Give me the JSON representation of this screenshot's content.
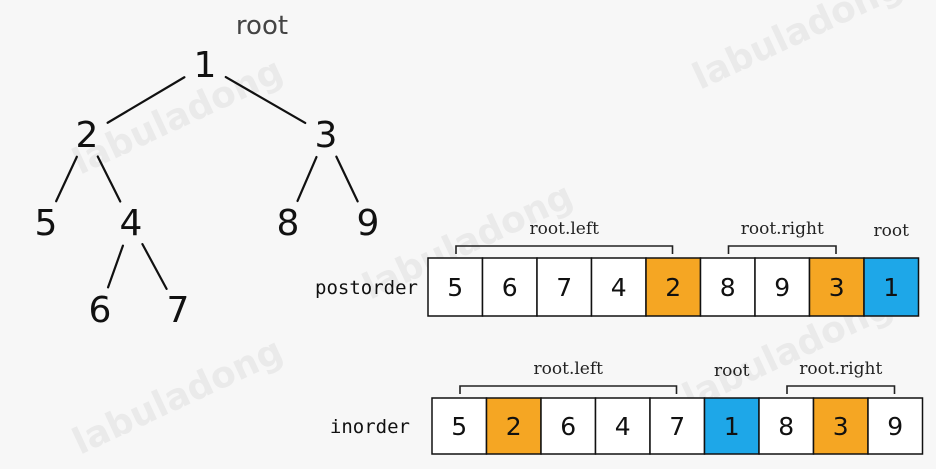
{
  "watermark": "labuladong",
  "tree": {
    "root_label": "root",
    "nodes": [
      {
        "id": "1",
        "label": "1"
      },
      {
        "id": "2",
        "label": "2"
      },
      {
        "id": "3",
        "label": "3"
      },
      {
        "id": "5",
        "label": "5"
      },
      {
        "id": "4",
        "label": "4"
      },
      {
        "id": "8",
        "label": "8"
      },
      {
        "id": "9",
        "label": "9"
      },
      {
        "id": "6",
        "label": "6"
      },
      {
        "id": "7",
        "label": "7"
      }
    ],
    "edges": [
      [
        "1",
        "2"
      ],
      [
        "1",
        "3"
      ],
      [
        "2",
        "5"
      ],
      [
        "2",
        "4"
      ],
      [
        "4",
        "6"
      ],
      [
        "4",
        "7"
      ],
      [
        "3",
        "8"
      ],
      [
        "3",
        "9"
      ]
    ]
  },
  "colors": {
    "plain": "#ffffff",
    "subtree_root": "#f5a623",
    "root": "#1ea7e8"
  },
  "arrays": [
    {
      "label": "postorder",
      "cells": [
        {
          "value": "5",
          "role": "plain"
        },
        {
          "value": "6",
          "role": "plain"
        },
        {
          "value": "7",
          "role": "plain"
        },
        {
          "value": "4",
          "role": "plain"
        },
        {
          "value": "2",
          "role": "subtree_root"
        },
        {
          "value": "8",
          "role": "plain"
        },
        {
          "value": "9",
          "role": "plain"
        },
        {
          "value": "3",
          "role": "subtree_root"
        },
        {
          "value": "1",
          "role": "root"
        }
      ],
      "brackets": [
        {
          "label": "root.left",
          "from": 0,
          "to": 4
        },
        {
          "label": "root.right",
          "from": 5,
          "to": 7
        }
      ],
      "marker": {
        "label": "root",
        "index": 8
      }
    },
    {
      "label": "inorder",
      "cells": [
        {
          "value": "5",
          "role": "plain"
        },
        {
          "value": "2",
          "role": "subtree_root"
        },
        {
          "value": "6",
          "role": "plain"
        },
        {
          "value": "4",
          "role": "plain"
        },
        {
          "value": "7",
          "role": "plain"
        },
        {
          "value": "1",
          "role": "root"
        },
        {
          "value": "8",
          "role": "plain"
        },
        {
          "value": "3",
          "role": "subtree_root"
        },
        {
          "value": "9",
          "role": "plain"
        }
      ],
      "brackets": [
        {
          "label": "root.left",
          "from": 0,
          "to": 4
        },
        {
          "label": "root.right",
          "from": 6,
          "to": 8
        }
      ],
      "marker": {
        "label": "root",
        "index": 5
      }
    }
  ]
}
